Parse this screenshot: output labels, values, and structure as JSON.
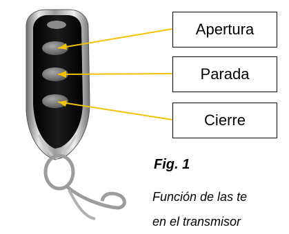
{
  "buttons": [
    {
      "label": "Apertura"
    },
    {
      "label": "Parada"
    },
    {
      "label": "Cierre"
    }
  ],
  "figure": {
    "number": "Fig. 1",
    "caption_line1": "Función de las te",
    "caption_line2": "en el transmisor"
  },
  "colors": {
    "arrow": "#f2c200",
    "remote_body": "#0c0c0c",
    "remote_chrome": "#b8b8b8",
    "button_gray": "#7a7a7a"
  },
  "icons": {
    "remote": "remote-control-icon",
    "keyring": "keyring-clasp-icon"
  }
}
